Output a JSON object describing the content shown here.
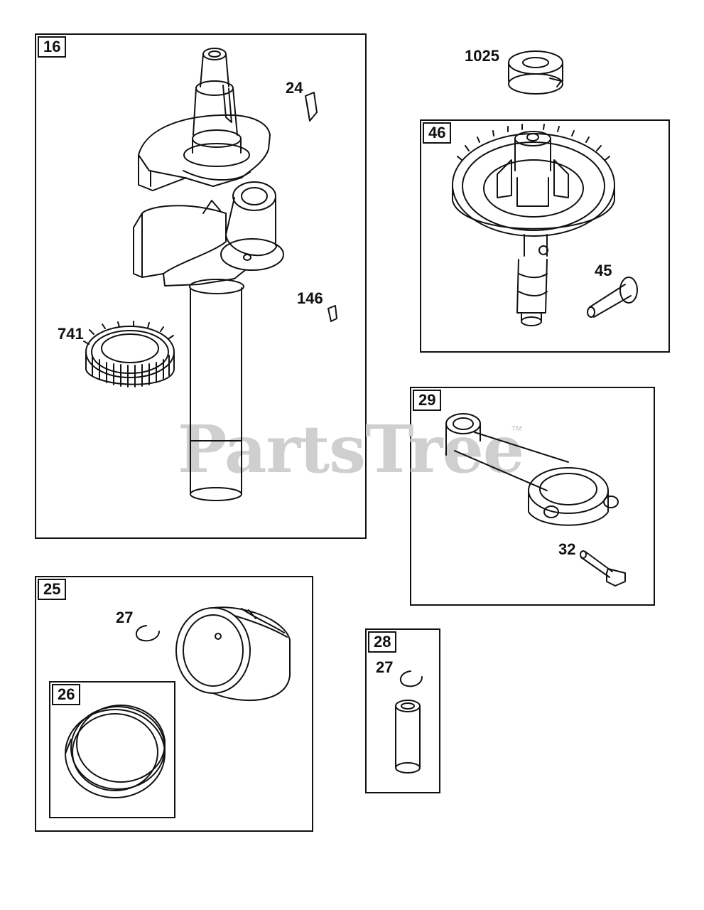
{
  "groups": {
    "g16": "16",
    "g46": "46",
    "g29": "29",
    "g25": "25",
    "g26": "26",
    "g28": "28"
  },
  "callouts": {
    "c1025": "1025",
    "c24": "24",
    "c146": "146",
    "c741": "741",
    "c45": "45",
    "c32": "32",
    "c27a": "27",
    "c27b": "27"
  },
  "watermark": {
    "brand": "PartsTree",
    "trademark": "TM"
  },
  "colors": {
    "line": "#111111",
    "watermark": "#cfcfcf"
  }
}
